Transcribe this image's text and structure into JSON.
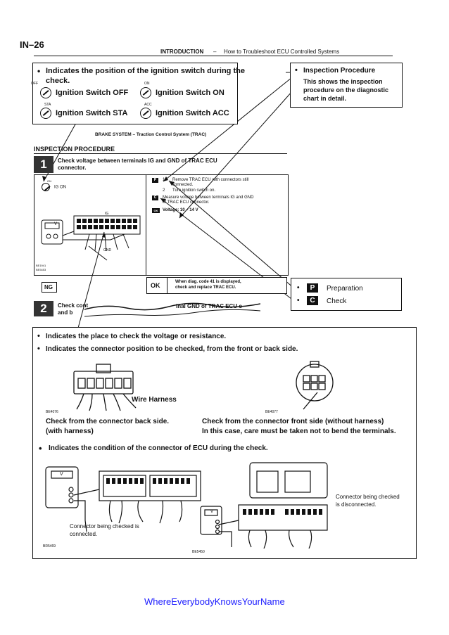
{
  "page": {
    "page_id": "IN–26",
    "header_section": "INTRODUCTION",
    "header_dash": "–",
    "header_title": "How to Troubleshoot ECU Controlled Systems",
    "footer": "WhereEverybodyKnowsYourName"
  },
  "legend_ignition": {
    "bullet": "•",
    "title_line1": "Indicates the position of the ignition switch during the",
    "title_line2": "check.",
    "off_tag": "OFF",
    "off_label": "Ignition Switch OFF",
    "on_tag": "ON",
    "on_label": "Ignition Switch ON",
    "sta_tag": "STA",
    "sta_label": "Ignition Switch STA",
    "acc_tag": "ACC",
    "acc_label": "Ignition Switch ACC"
  },
  "legend_inspection": {
    "bullet": "•",
    "title": "Inspection Procedure",
    "line1": "This shows the inspection",
    "line2": "procedure on the diagnostic",
    "line3": "chart in detail."
  },
  "manual_page": {
    "system_title": "BRAKE SYSTEM – Traction Control System (TRAC)",
    "section_title": "INSPECTION PROCEDURE",
    "step1_num": "1",
    "step1_title_line1": "Check voltage between terminals IG and GND of TRAC ECU",
    "step1_title_line2": "connector.",
    "ig_on_tag": "ON",
    "ig_on": "IG ON",
    "p_badge": "P",
    "c_badge": "C",
    "ok_badge": "OK",
    "p_step1_num": "1",
    "p_step1_a": "Remove TRAC ECU with connectors still",
    "p_step1_b": "connected.",
    "p_step2_num": "2",
    "p_step2": "Turn ignition switch on.",
    "c_text_a": "Measure voltage between terminals IG and GND",
    "c_text_b": "of TRAC ECU connector.",
    "ok_text": "Voltage:   10 – 14 V",
    "meter_v": "V",
    "ig_label": "IG",
    "gnd_label": "GND",
    "fig_code_a": "BE1941",
    "fig_code_b": "BE5453",
    "ng_label": "NG",
    "ok_label": "OK",
    "ok_note_line1": "When diag. code 41 is displayed,",
    "ok_note_line2": "check and replace TRAC ECU.",
    "step2_num": "2",
    "step2_line1_a": "Check cont",
    "step2_line1_b": "inal GND of TRAC ECU c",
    "step2_line2": "and b"
  },
  "legend_pc": {
    "bullet": "•",
    "p_badge": "P",
    "p_label": "Preparation",
    "c_badge": "C",
    "c_label": "Check"
  },
  "bottom": {
    "bullet": "•",
    "line1": "Indicates the place to check the voltage or resistance.",
    "line2": "Indicates the connector position to be checked, from the front or back side.",
    "wire_harness": "Wire Harness",
    "fig1_code": "BE4076",
    "fig2_code": "BE4077",
    "back_side_a": "Check from the connector back side.",
    "back_side_b": "(with harness)",
    "front_side_a": "Check from the connector front side (without harness)",
    "front_side_b": "In this case, care must be taken not to bend the terminals.",
    "line3": "Indicates the condition of the connector of ECU during the check.",
    "meter_v": "V",
    "connected_a": "Connector being checked is",
    "connected_b": "connected.",
    "fig3_code": "BR5469",
    "disconnected_a": "Connector being checked",
    "disconnected_b": "is disconnected.",
    "fig4_code": "BE5450"
  },
  "colors": {
    "footer": "#1a1aff",
    "ink": "#111111"
  }
}
